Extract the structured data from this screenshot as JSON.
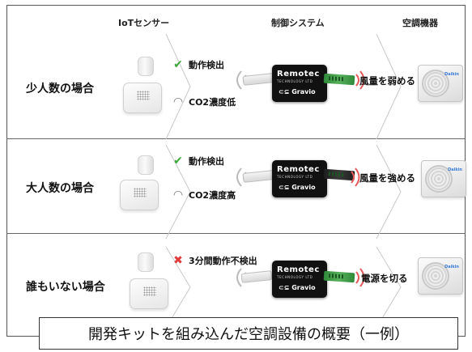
{
  "headers": {
    "sensor": "IoTセンサー",
    "control": "制御システム",
    "aircon": "空調機器"
  },
  "rows": [
    {
      "scenario": "少人数の場合",
      "events": [
        {
          "icon": "check-icon",
          "text": "動作検出"
        },
        {
          "icon": "gauge-icon",
          "text": "CO2濃度低"
        }
      ],
      "action": "風量を弱める"
    },
    {
      "scenario": "大人数の場合",
      "events": [
        {
          "icon": "check-icon",
          "text": "動作検出"
        },
        {
          "icon": "gauge-icon",
          "text": "CO2濃度高"
        }
      ],
      "action": "風量を強める"
    },
    {
      "scenario": "誰もいない場合",
      "events": [
        {
          "icon": "cross-icon",
          "text": "3分間動作不検出"
        }
      ],
      "action": "電源を切る"
    }
  ],
  "device": {
    "brand": "Remotec",
    "brand_sub": "TECHNOLOGY LTD",
    "product": "Gravio"
  },
  "aircon_logo": "Daikin",
  "caption": "開発キットを組み込んだ空調設備の概要（一例）",
  "colors": {
    "check": "#3aa83a",
    "cross": "#e03a3a",
    "wave": "#e55a5a"
  }
}
